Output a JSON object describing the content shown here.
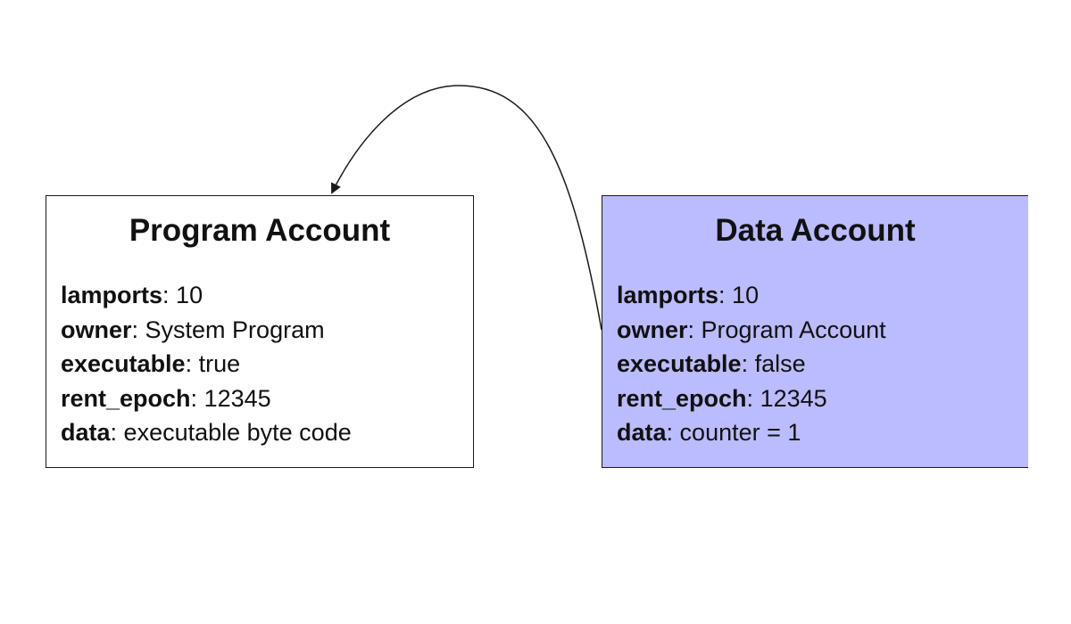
{
  "diagram": {
    "program_account": {
      "title": "Program Account",
      "fields": [
        {
          "key": "lamports",
          "value": "10"
        },
        {
          "key": "owner",
          "value": "System Program"
        },
        {
          "key": "executable",
          "value": "true"
        },
        {
          "key": "rent_epoch",
          "value": "12345"
        },
        {
          "key": "data",
          "value": "executable byte code"
        }
      ]
    },
    "data_account": {
      "title": "Data Account",
      "background": "#bbbbff",
      "fields": [
        {
          "key": "lamports",
          "value": "10"
        },
        {
          "key": "owner",
          "value": "Program Account"
        },
        {
          "key": "executable",
          "value": "false"
        },
        {
          "key": "rent_epoch",
          "value": "12345"
        },
        {
          "key": "data",
          "value": "counter = 1"
        }
      ]
    },
    "edge": {
      "from": "data_account",
      "to": "program_account",
      "stroke": "#1a1a1a"
    }
  }
}
